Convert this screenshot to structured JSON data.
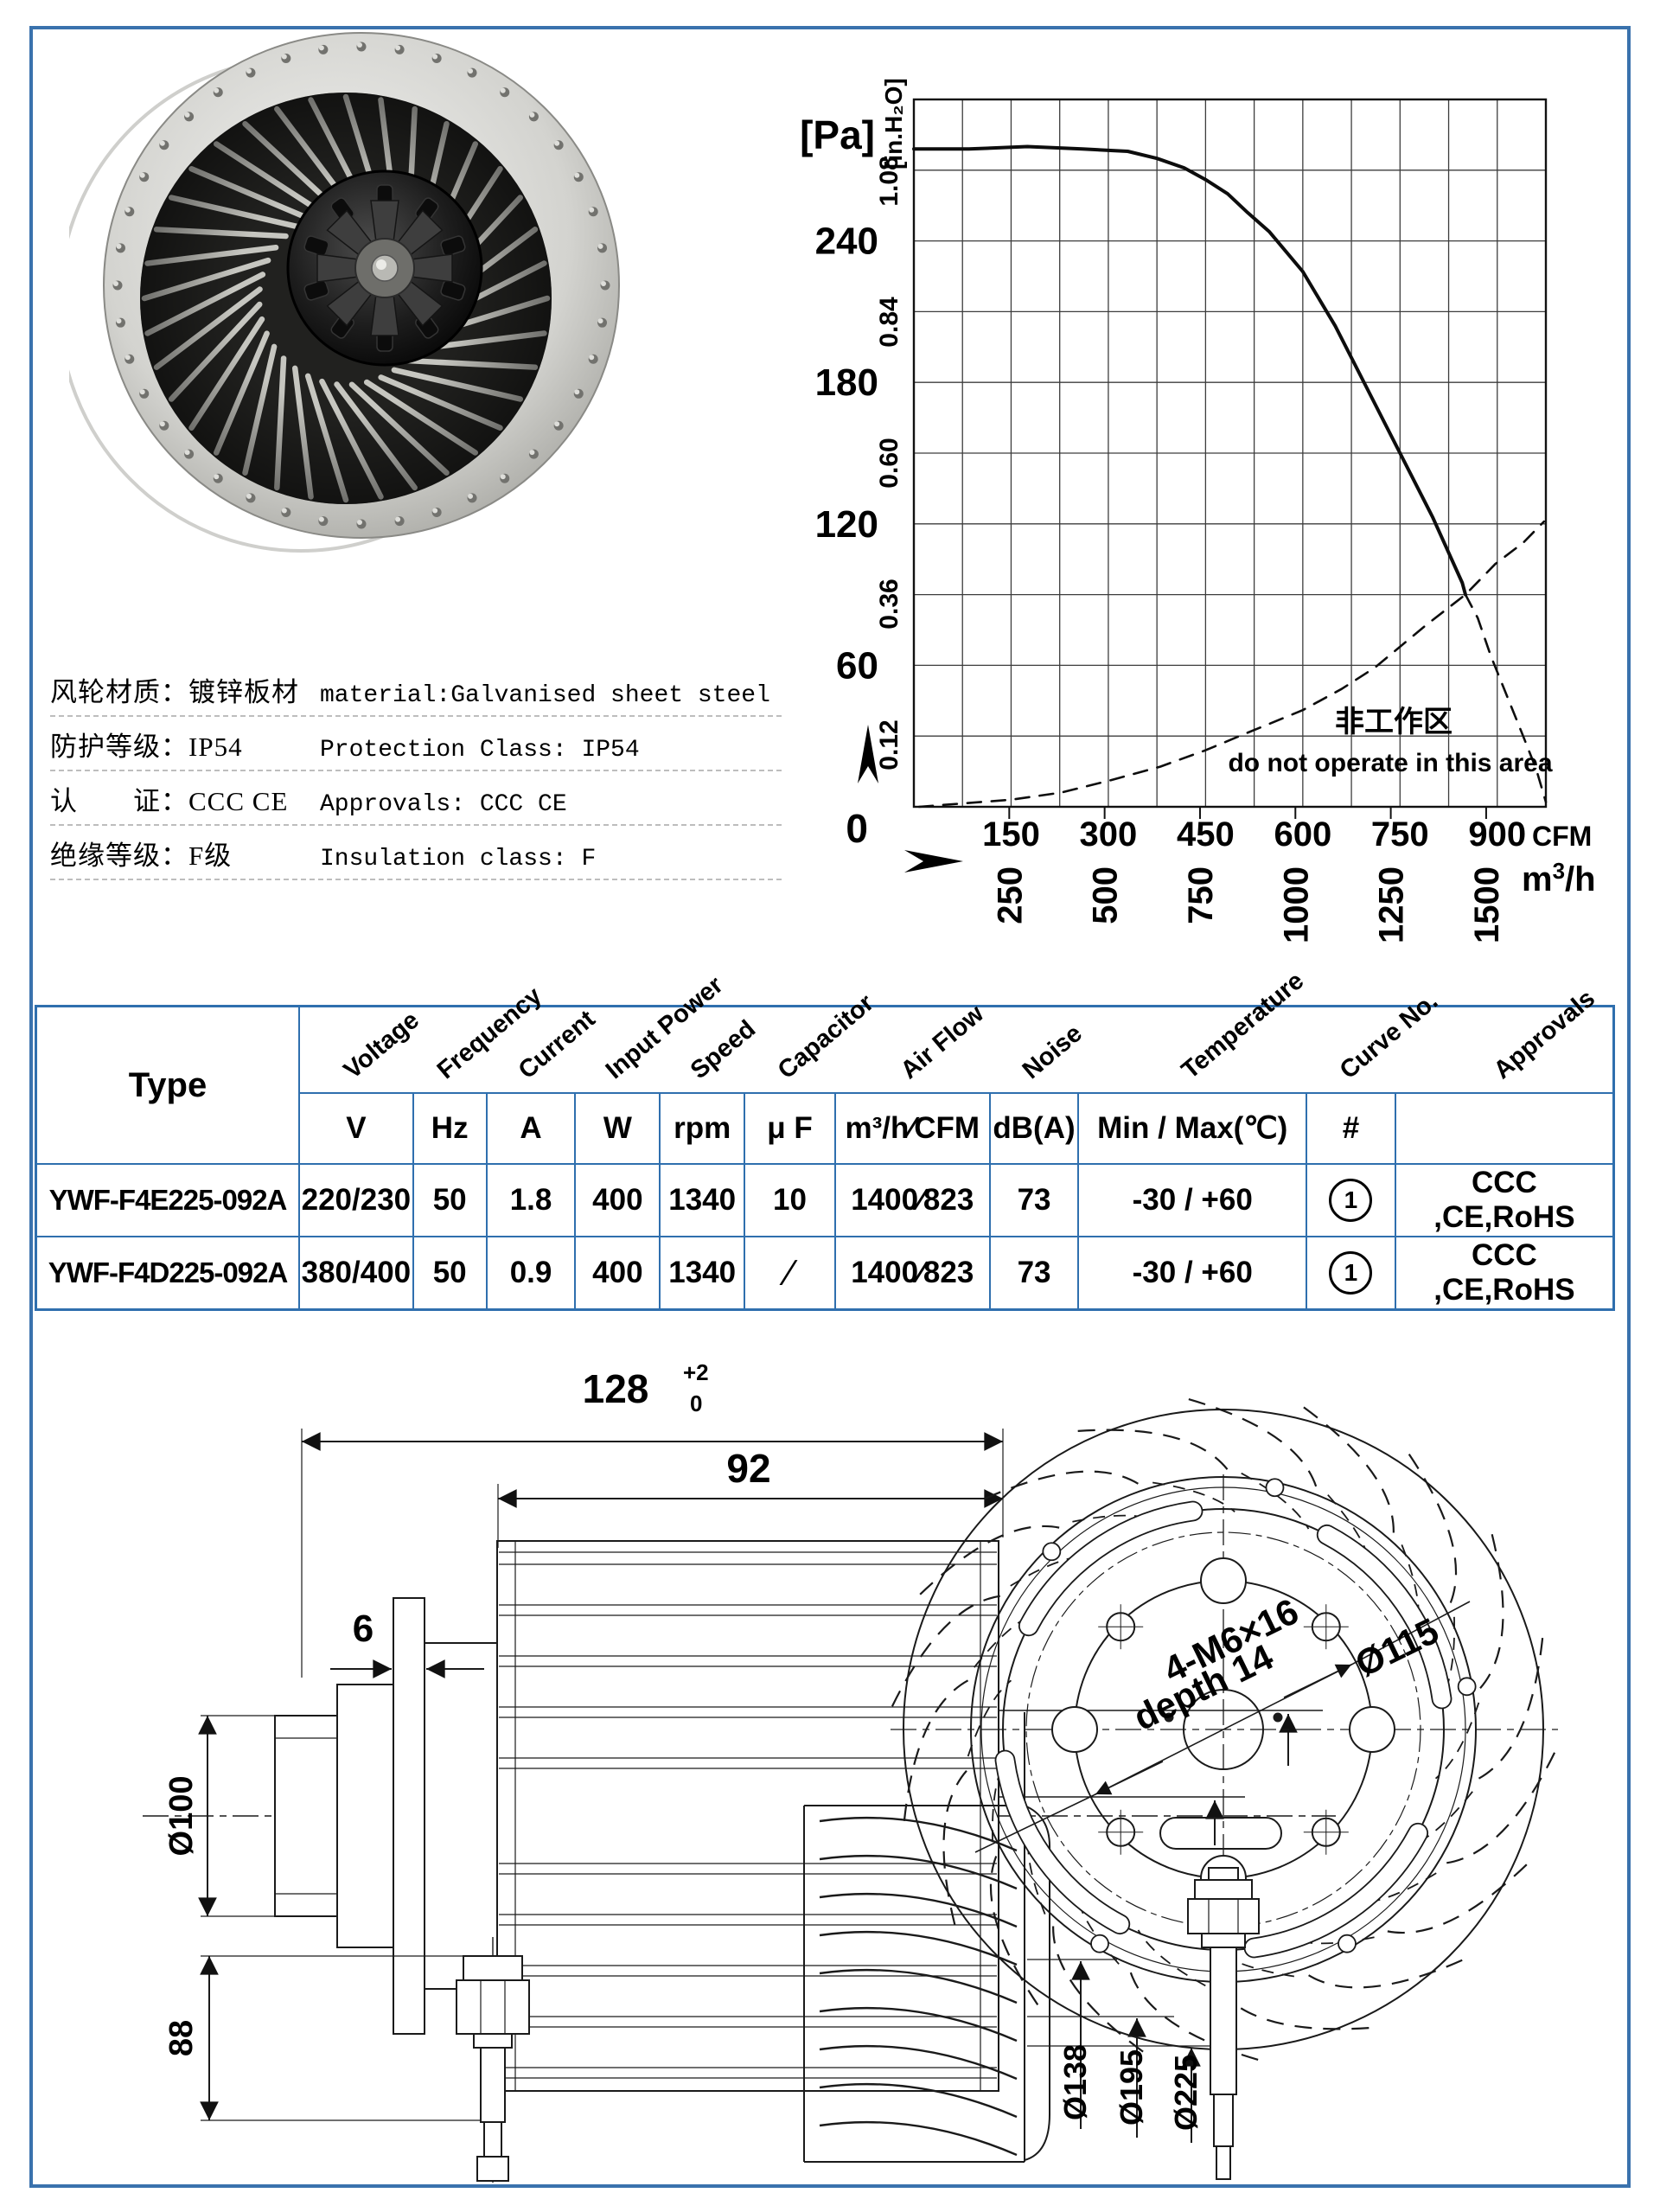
{
  "page": {
    "border_color": "#3a72ad",
    "table_line_color": "#2f6fae"
  },
  "specs": {
    "rows": [
      {
        "zh": "风轮材质：镀锌板材",
        "en": "material:Galvanised sheet steel"
      },
      {
        "zh": "防护等级：IP54",
        "en": "Protection Class: IP54"
      },
      {
        "zh": "认　　证：CCC CE",
        "en": "Approvals: CCC  CE"
      },
      {
        "zh": "绝缘等级：F级",
        "en": "Insulation class: F"
      }
    ]
  },
  "chart_data": {
    "type": "line",
    "title": "",
    "y_axis": {
      "unit_pa": "[Pa]",
      "unit_inh2o": "[in.H₂O]",
      "pa_ticks": [
        240,
        180,
        120,
        60,
        0
      ],
      "inh2o_ticks": [
        1.08,
        0.84,
        0.6,
        0.36,
        0.12
      ],
      "pa_max": 300,
      "grid_step_pa": 30
    },
    "x_axis": {
      "unit_cfm": "CFM",
      "unit_m3h": "m³/h",
      "cfm_ticks": [
        150,
        300,
        450,
        600,
        750,
        900
      ],
      "m3h_ticks": [
        250,
        500,
        750,
        1000,
        1250,
        1500
      ],
      "cfm_max": 975,
      "grid_step_cfm": 75
    },
    "legend_position": "none",
    "grid": true,
    "series": [
      {
        "name": "fan-performance-curve",
        "style": "solid",
        "points_cfm_pa": [
          [
            0,
            279
          ],
          [
            85,
            279
          ],
          [
            175,
            280
          ],
          [
            260,
            279
          ],
          [
            330,
            278
          ],
          [
            375,
            275
          ],
          [
            417,
            271
          ],
          [
            450,
            266
          ],
          [
            484,
            260
          ],
          [
            515,
            252
          ],
          [
            548,
            244
          ],
          [
            600,
            227
          ],
          [
            650,
            204
          ],
          [
            700,
            177
          ],
          [
            750,
            150
          ],
          [
            800,
            123
          ],
          [
            846,
            95
          ],
          [
            851,
            90
          ]
        ]
      },
      {
        "name": "fan-curve-in-no-operate-zone",
        "style": "dashed",
        "points_cfm_pa": [
          [
            851,
            90
          ],
          [
            870,
            80
          ],
          [
            890,
            64
          ],
          [
            912,
            49
          ],
          [
            937,
            32
          ],
          [
            960,
            16
          ],
          [
            975,
            2
          ]
        ]
      },
      {
        "name": "operation-boundary",
        "style": "dashed",
        "points_cfm_pa": [
          [
            8,
            0
          ],
          [
            150,
            3
          ],
          [
            227,
            6
          ],
          [
            300,
            11
          ],
          [
            380,
            17
          ],
          [
            450,
            24
          ],
          [
            511,
            31
          ],
          [
            600,
            41
          ],
          [
            660,
            50
          ],
          [
            711,
            59
          ],
          [
            790,
            77
          ],
          [
            851,
            90
          ],
          [
            897,
            103
          ],
          [
            940,
            112
          ],
          [
            972,
            121
          ]
        ]
      }
    ],
    "annotation": {
      "zh": "非工作区",
      "en": "do not operate in this area"
    }
  },
  "table": {
    "rotated_headers": [
      "Voltage",
      "Frequency",
      "Current",
      "Input Power",
      "Speed",
      "Capacitor",
      "Air Flow",
      "Noise",
      "Temperature",
      "Curve No.",
      "Approvals"
    ],
    "unit_row": [
      "Type",
      "V",
      "Hz",
      "A",
      "W",
      "rpm",
      "μ F",
      "m³/h∕CFM",
      "dB(A)",
      "Min / Max(℃)",
      "#",
      ""
    ],
    "rows": [
      [
        "YWF-F4E225-092A",
        "220/230",
        "50",
        "1.8",
        "400",
        "1340",
        "10",
        "1400∕823",
        "73",
        "-30 / +60",
        "1",
        "CCC ,CE,RoHS"
      ],
      [
        "YWF-F4D225-092A",
        "380/400",
        "50",
        "0.9",
        "400",
        "1340",
        "∕",
        "1400∕823",
        "73",
        "-30 / +60",
        "1",
        "CCC ,CE,RoHS"
      ]
    ]
  },
  "left_drawing": {
    "dims": {
      "width": "128",
      "width_tol_top": "+2",
      "width_tol_bottom": "0",
      "inner_width": "92",
      "flange_thickness": "6",
      "inlet_diameter": "Ø100",
      "cable_length": "88",
      "d138": "Ø138",
      "d195": "Ø195",
      "d225": "Ø225"
    }
  },
  "right_drawing": {
    "dims": {
      "bolt_spec": "4-M6×16",
      "bolt_depth": "depth 14",
      "bolt_circle_diameter": "Ø115"
    }
  }
}
